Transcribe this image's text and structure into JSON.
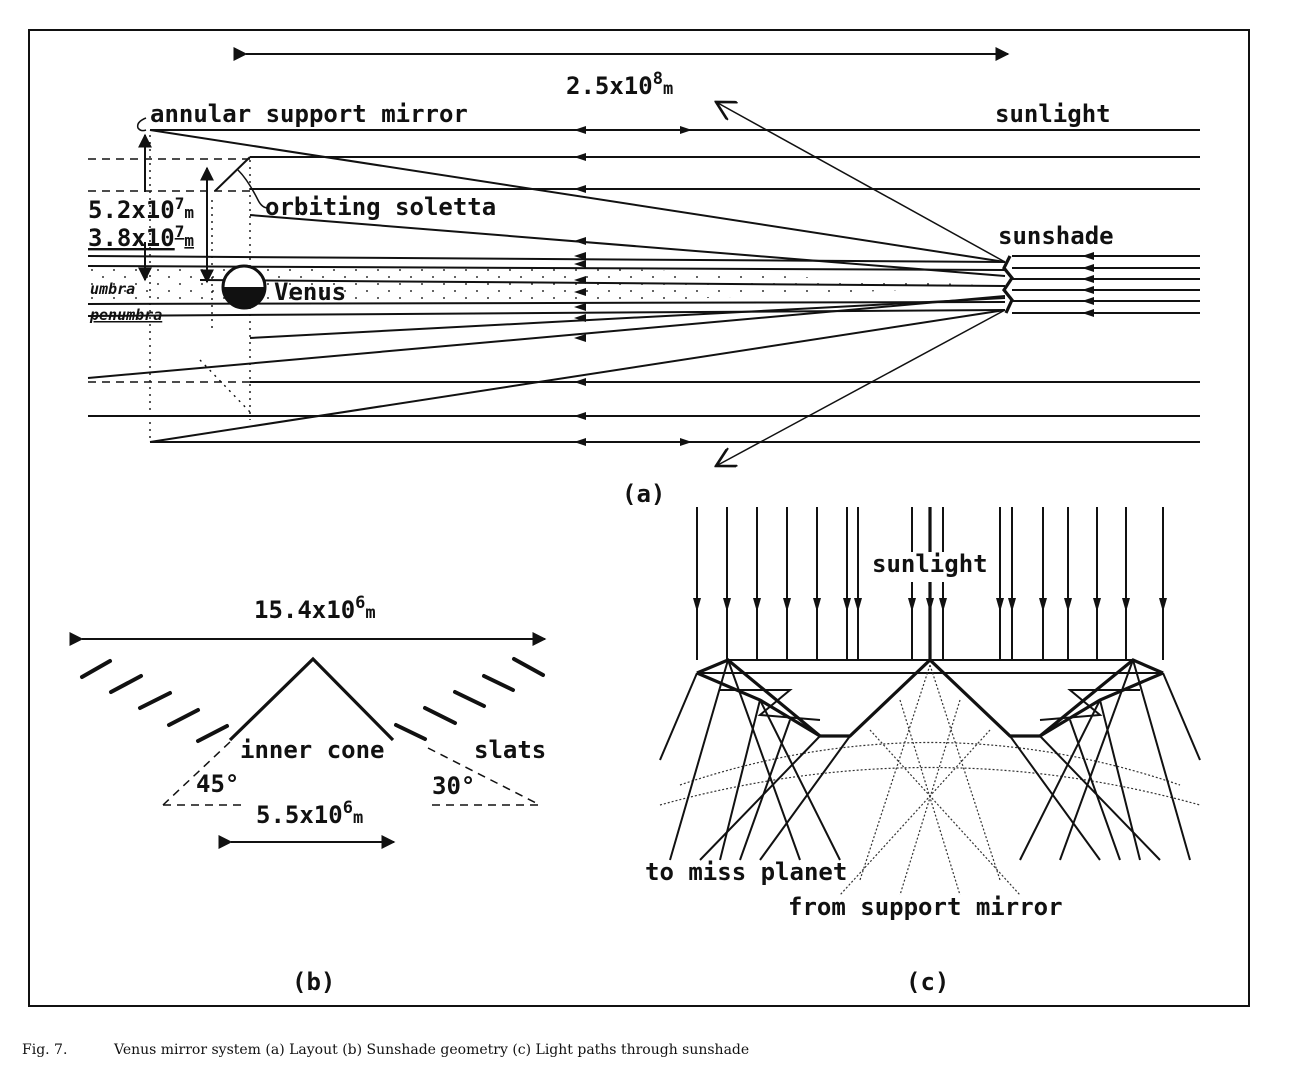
{
  "panel_a": {
    "label": "(a)",
    "distance_label": "2.5x10",
    "distance_exp": "8",
    "distance_unit": "m",
    "annular_mirror_label": "annular support mirror",
    "sunlight_label": "sunlight",
    "soletta_label": "orbiting soletta",
    "sunshade_label": "sunshade",
    "radius_outer_label": "5.2x10",
    "radius_outer_exp": "7",
    "radius_outer_unit": "m",
    "radius_inner_label": "3.8x10",
    "radius_inner_exp": "7",
    "radius_inner_unit": "m",
    "umbra_label": "umbra",
    "penumbra_label": "penumbra",
    "venus_label": "Venus"
  },
  "panel_b": {
    "label": "(b)",
    "outer_width_label": "15.4x10",
    "outer_width_exp": "6",
    "outer_width_unit": "m",
    "inner_width_label": "5.5x10",
    "inner_width_exp": "6",
    "inner_width_unit": "m",
    "inner_cone_label": "inner cone",
    "slats_label": "slats",
    "angle_cone": "45°",
    "angle_slats": "30°"
  },
  "panel_c": {
    "label": "(c)",
    "sunlight_label": "sunlight",
    "miss_planet_label": "to miss planet",
    "support_mirror_label": "from support mirror"
  },
  "caption": {
    "number": "Fig. 7.",
    "text": "Venus mirror system (a) Layout (b) Sunshade geometry (c) Light paths through sunshade"
  }
}
